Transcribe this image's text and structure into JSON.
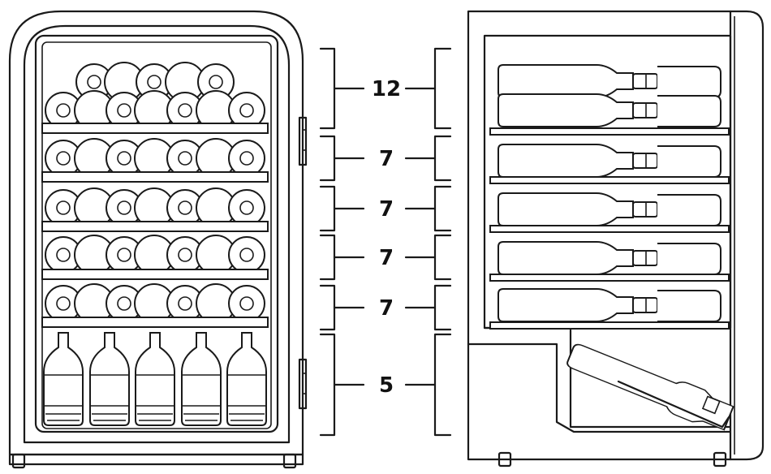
{
  "diagram": {
    "capacity_labels": [
      "12",
      "7",
      "7",
      "7",
      "7",
      "5"
    ],
    "colors": {
      "line": "#1a1a1a",
      "background": "#ffffff"
    }
  }
}
